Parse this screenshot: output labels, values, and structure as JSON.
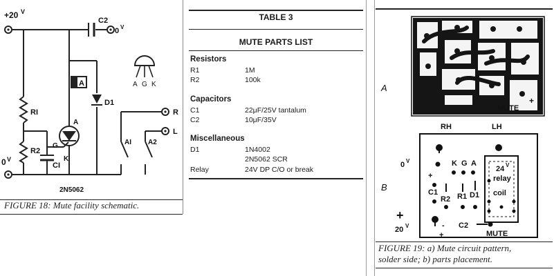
{
  "fig18": {
    "caption": "FIGURE 18: Mute facility schematic.",
    "part_number": "2N5062",
    "labels": {
      "plus20": "+20",
      "v": "V",
      "zero_v": "0",
      "c2": "C2",
      "c2_zero": "0",
      "a_box": "A",
      "d1": "D1",
      "r1": "RI",
      "r2": "R2",
      "c1": "CI",
      "g": "G",
      "k": "K",
      "a_top": "A",
      "a1": "AI",
      "a2": "A2",
      "r_out": "R",
      "l_out": "L",
      "pin_a": "A",
      "pin_g": "G",
      "pin_k": "K"
    }
  },
  "table3": {
    "title": "TABLE 3",
    "subtitle": "MUTE PARTS LIST",
    "sections": [
      {
        "heading": "Resistors",
        "rows": [
          {
            "ref": "R1",
            "value": "1M"
          },
          {
            "ref": "R2",
            "value": "100k"
          }
        ]
      },
      {
        "heading": "Capacitors",
        "rows": [
          {
            "ref": "C1",
            "value": "22μF/25V tantalum"
          },
          {
            "ref": "C2",
            "value": "10μF/35V"
          }
        ]
      },
      {
        "heading": "Miscellaneous",
        "rows": [
          {
            "ref": "D1",
            "value": "1N4002"
          },
          {
            "ref": "",
            "value": "2N5062 SCR"
          },
          {
            "ref": "Relay",
            "value": "24V DP C/O or break"
          }
        ]
      }
    ]
  },
  "fig19": {
    "label_a": "A",
    "label_b": "B",
    "mute_a": "MUTE",
    "plus_a": "+",
    "rh": "RH",
    "lh": "LH",
    "zero_v": "0",
    "v": "V",
    "k": "K",
    "g": "G",
    "a": "A",
    "relay_voltage": "24",
    "relay_word": "relay",
    "coil": "coil",
    "c1": "C1",
    "r2": "R2",
    "r1": "R1",
    "d1": "D1",
    "plus20": "20",
    "c2": "C2",
    "mute_b": "MUTE",
    "caption_line1": "FIGURE 19: a) Mute circuit pattern,",
    "caption_line2": "solder side; b) parts placement."
  }
}
